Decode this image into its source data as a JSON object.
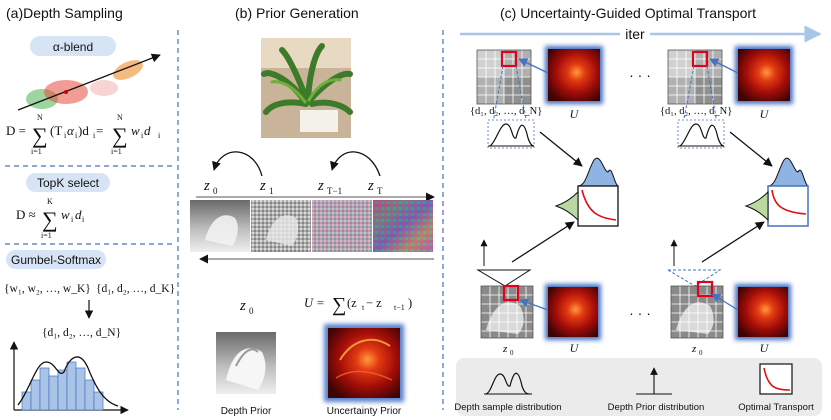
{
  "colors": {
    "accent_blue": "#4472c4",
    "pill_fill": "#d6e4f5",
    "legend_bg": "#ebebeb",
    "uncertainty_red": "#c0150a",
    "highlight_red": "#e2001a",
    "gaussian_red": "#e64a3c",
    "gaussian_green": "#4cb050",
    "gaussian_orange": "#f08a2c",
    "hist_fill": "#a9c4e6",
    "dist_blue": "#8fb4e3",
    "dist_green": "#b9d9a0",
    "ot_curve": "#e01010",
    "arrow_light": "#a7c6e8"
  },
  "panel_a": {
    "title": "(a)Depth Sampling",
    "alpha_pill": "α-blend",
    "alpha_eq_lhs": "D = ",
    "sum_top_1": "N",
    "sum_bottom_1": "i=1",
    "alpha_eq_term1": "(T",
    "alpha_eq_term1_sub": "i",
    "alpha_eq_term1_b": "α",
    "alpha_eq_term1_sub2": "i",
    "alpha_eq_term1_c": ")d",
    "alpha_eq_term1_sub3": "i",
    "alpha_eq_eq": " = ",
    "sum_top_2": "N",
    "sum_bottom_2": "i=1",
    "alpha_eq_term2": "w",
    "alpha_eq_term2_sub": "i",
    "alpha_eq_term2_b": " d",
    "alpha_eq_term2_sub2": "i",
    "topk_pill": "TopK select",
    "topk_eq_lhs": "D ≈ ",
    "sum_top_3": "K",
    "sum_bottom_3": "i=1",
    "topk_eq_term": "w",
    "topk_eq_sub": "i",
    "topk_eq_term_b": "d",
    "topk_eq_sub2": "i",
    "gumbel_pill": "Gumbel-Softmax",
    "w_set": "{w₁, w₂, …, w_K}",
    "d_set_k": "{d₁, d₂, …, d_K}",
    "d_set_n": "{d₁, d₂, …, d_N}"
  },
  "panel_b": {
    "title": "(b) Prior Generation",
    "z0": "z",
    "z0_sub": "0",
    "z1": "z",
    "z1_sub": "1",
    "zTm1": "z",
    "zTm1_sub": "T−1",
    "zT": "z",
    "zT_sub": "T",
    "z0_bottom": "z",
    "z0_bottom_sub": "0",
    "u_formula_lhs": "U = ",
    "u_formula_rhs": "(z",
    "u_formula_rhs_sub": "t",
    "u_formula_rhs_b": " − z",
    "u_formula_rhs_sub2": "t−1",
    "u_formula_rhs_c": ")",
    "depth_prior_label": "Depth Prior",
    "uncertainty_prior_label": "Uncertainty Prior"
  },
  "panel_c": {
    "title": "(c) Uncertainty-Guided Optimal Transport",
    "iter_label": "iter",
    "d_set_left": "{d₁, d₂, …, d_N}",
    "d_set_right": "{d₁, d₂, …, d_N}",
    "u_label_1": "U",
    "u_label_2": "U",
    "u_label_3": "U",
    "u_label_4": "U",
    "z0_label": "z",
    "z0_label_sub": "0",
    "z0_label_right_sub": "0",
    "dots": "· · ·",
    "legend_sample": "Depth sample distribution",
    "legend_prior": "Depth Prior distribution",
    "legend_ot": "Optimal Transport"
  }
}
